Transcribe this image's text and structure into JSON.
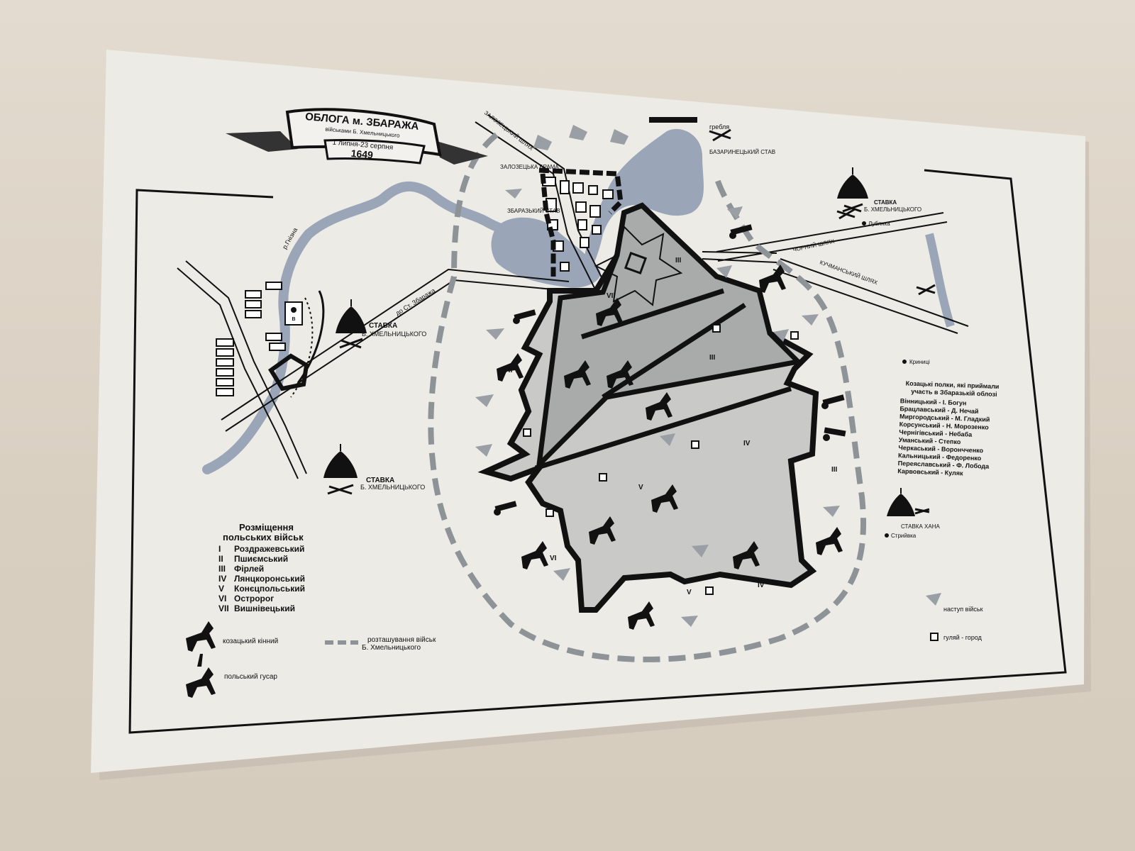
{
  "title": {
    "line1": "ОБЛОГА м. ЗБАРАЖА",
    "line2": "військами Б. Хмельницького",
    "dates": "1 липня-23 серпня",
    "year": "1649"
  },
  "labels": {
    "zalozetsky_shliakh": "ЗАЛОЗЕЦЬКИЙ ШЛЯХ",
    "hreblia": "гребля",
    "bazarynetsky_stav": "БАЗАРИНЕЦЬКИЙ СТАВ",
    "zalozetska_brama": "ЗАЛОЗЕЦЬКА БРАМА",
    "zbarazky_stav": "ЗБАРАЗЬКИЙ СТАВ",
    "river_hnizna": "р.Гнізна",
    "do_st_zbarazha": "до Ст. Збаража",
    "church_label": "В",
    "chornyi_shliakh": "ЧОРНИЙ ШЛЯХ",
    "kuchmanskyi_shliakh": "КУЧМАНСЬКИЙ ШЛЯХ",
    "lubianka": "Лубянка",
    "kryntsi": "Криниці",
    "striivka": "Стрийвка",
    "stavka_khana": "СТАВКА ХАНА",
    "stavka_nw": [
      "СТАВКА",
      "Б. ХМЕЛЬНИЦЬКОГО"
    ],
    "stavka_sw": [
      "СТАВКА",
      "Б. ХМЕЛЬНИЦЬКОГО"
    ],
    "stavka_ne": [
      "СТАВКА",
      "Б. ХМЕЛЬНИЦЬКОГО"
    ]
  },
  "roman_markers": [
    "VII",
    "VI",
    "VII",
    "III",
    "III",
    "IV",
    "III",
    "V",
    "VI",
    "V",
    "IV"
  ],
  "polish_troops": {
    "heading": [
      "Розміщення",
      "польських військ"
    ],
    "items": [
      {
        "num": "I",
        "name": "Роздражевський"
      },
      {
        "num": "II",
        "name": "Пшиємський"
      },
      {
        "num": "III",
        "name": "Фірлей"
      },
      {
        "num": "IV",
        "name": "Лянцкоронський"
      },
      {
        "num": "V",
        "name": "Конєцпольський"
      },
      {
        "num": "VI",
        "name": "Остророг"
      },
      {
        "num": "VII",
        "name": "Вишнівецький"
      }
    ]
  },
  "cossack_regiments": {
    "heading": [
      "Козацькі полки, які приймали",
      "участь в Збаразькій облозі"
    ],
    "items": [
      "Вінницький - І. Богун",
      "Брацлавський - Д. Нечай",
      "Миргородський - М. Гладкий",
      "Корсунський - Н. Морозенко",
      "Чернігівський - Небаба",
      "Уманський - Степко",
      "Черкаський - Ворончченко",
      "Кальницький - Федоренко",
      "Переяславський - Ф. Лобода",
      "Карвовський - Куляк"
    ]
  },
  "legend": {
    "cossack_cavalry": "козацький кінний",
    "polish_hussar": "польський гусар",
    "khmelnytsky_troops": [
      "розташування військ",
      "Б. Хмельницького"
    ],
    "advance": "наступ військ",
    "huliai_horod": "гуляй - город"
  },
  "colors": {
    "wall": "#cfc7ba",
    "board": "#ecebe6",
    "ink": "#111111",
    "water": "#9aa6b8",
    "fort_fill": "#a9aaaa",
    "fort_light": "#c9c9c7",
    "dash": "#8e9398"
  }
}
